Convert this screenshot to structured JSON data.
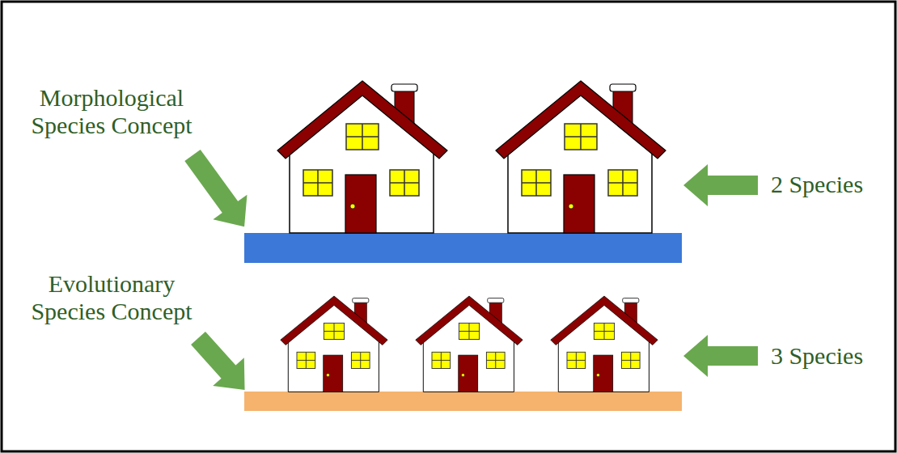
{
  "diagram": {
    "labels": [
      "Morphological Species Concept",
      "2 Species",
      "Evolutionary Species Concept",
      "3 Species"
    ]
  }
}
